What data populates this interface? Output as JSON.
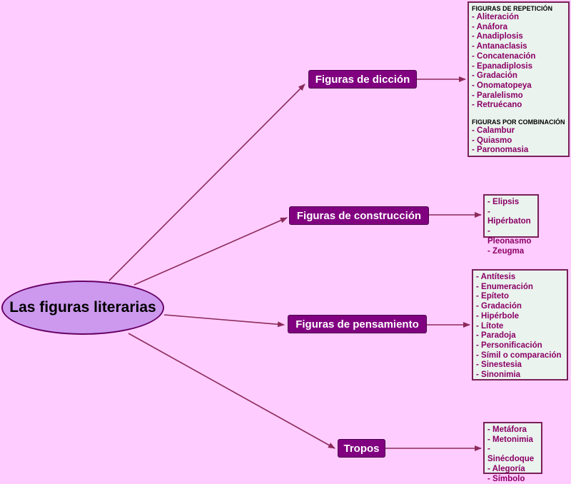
{
  "root": {
    "label": "Las figuras literarias"
  },
  "branches": [
    {
      "label": "Figuras de dicción",
      "groups": [
        {
          "heading": "FIGURAS DE REPETICIÓN",
          "items": [
            "- Aliteración",
            "- Anáfora",
            "- Anadiplosis",
            "- Antanaclasis",
            "- Concatenación",
            "- Epanadiplosis",
            "- Gradación",
            "- Onomatopeya",
            "- Paralelismo",
            "- Retruécano"
          ]
        },
        {
          "heading": "FIGURAS POR COMBINACIÓN",
          "items": [
            "- Calambur",
            "- Quiasmo",
            "- Paronomasia"
          ]
        }
      ]
    },
    {
      "label": "Figuras de construcción",
      "items": [
        "- Elipsis",
        "- Hipérbaton",
        "- Pleonasmo",
        "- Zeugma"
      ]
    },
    {
      "label": "Figuras de pensamiento",
      "items": [
        "- Antítesis",
        "- Enumeración",
        "- Epíteto",
        "- Gradación",
        "- Hipérbole",
        "- Lítote",
        "- Paradoja",
        "- Personificación",
        "- Símil o comparación",
        "- Sinestesia",
        "- Sinonimia"
      ]
    },
    {
      "label": "Tropos",
      "items": [
        "- Metáfora",
        "- Metonimia",
        "- Sinécdoque",
        "- Alegoría",
        "- Símbolo"
      ]
    }
  ],
  "colors": {
    "background": "#ffccff",
    "root_fill": "#cc99ee",
    "branch_fill": "#800080",
    "leaf_box_fill": "#eaf3ee",
    "leaf_text": "#8b0066",
    "connector": "#8b2a5a"
  }
}
